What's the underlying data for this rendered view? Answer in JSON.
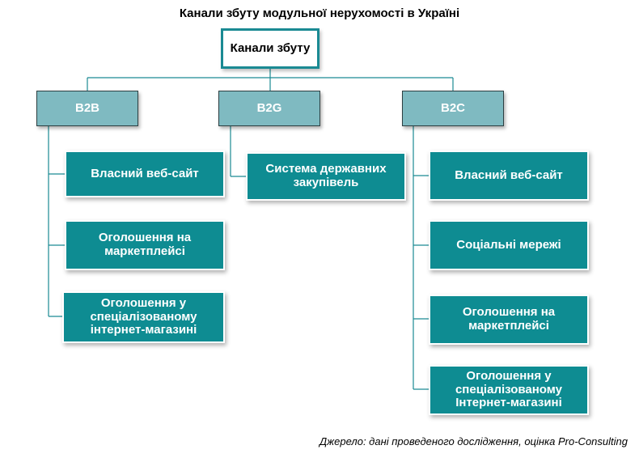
{
  "title": "Канали збуту модульної нерухомості в Україні",
  "root": "Канали збуту",
  "b2b": {
    "label": "B2B",
    "items": [
      "Власний веб-сайт",
      "Оголошення на маркетплейсі",
      "Оголошення у спеціалізованому інтернет-магазині"
    ]
  },
  "b2g": {
    "label": "B2G",
    "items": [
      "Система державних закупівель"
    ]
  },
  "b2c": {
    "label": "B2C",
    "items": [
      "Власний веб-сайт",
      "Соціальні мережі",
      "Оголошення на маркетплейсі",
      "Оголошення у спеціалізованому Інтернет-магазині"
    ]
  },
  "source": "Джерело: дані проведеного дослідження, оцінка Pro-Consulting",
  "colors": {
    "teal": "#0e8c92",
    "light_teal": "#7fbac1",
    "connector": "#1a8a93"
  }
}
